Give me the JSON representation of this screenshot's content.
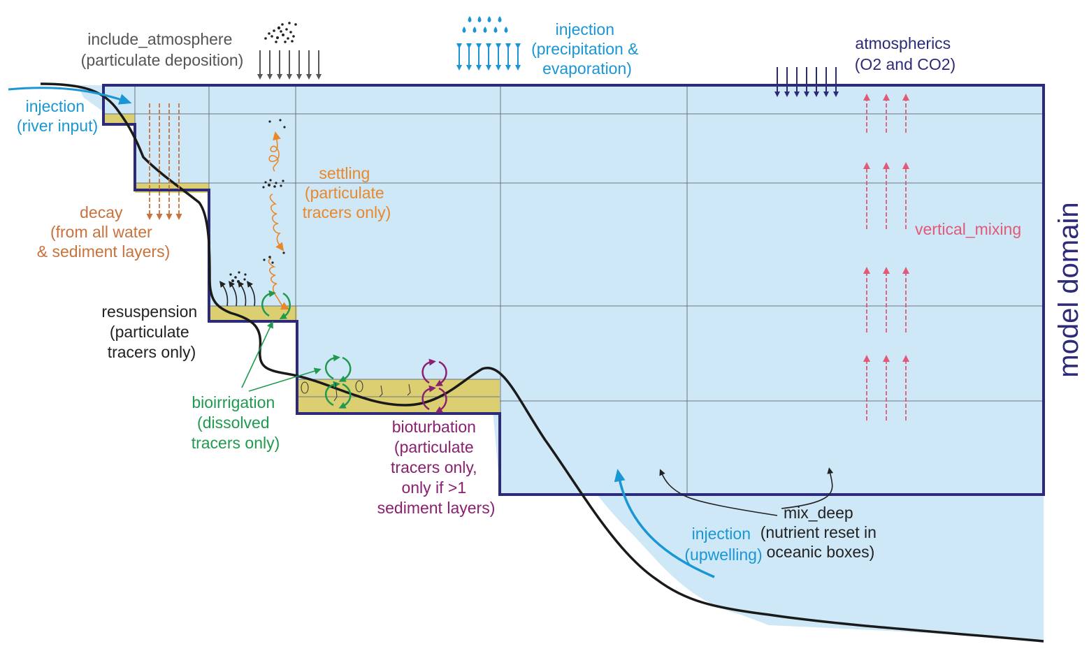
{
  "colors": {
    "water": "#cfe8f7",
    "domain_border": "#2e2a7a",
    "sediment": "#dccf72",
    "grid": "#6b7680",
    "seafloor": "#1a1a1a",
    "injection": "#1a96d4",
    "atmosphere": "#555555",
    "atmospherics": "#2e2a7a",
    "decay": "#c8723d",
    "settling": "#e8882a",
    "resuspension": "#222222",
    "bioirrigation": "#1f9a4e",
    "bioturbation": "#8a2070",
    "vertical_mixing": "#e05a78",
    "mix_deep": "#222222"
  },
  "labels": {
    "include_atmosphere": [
      "include_atmosphere",
      "(particulate deposition)"
    ],
    "injection_precip": [
      "injection",
      "(precipitation &",
      "evaporation)"
    ],
    "atmospherics": [
      "atmospherics",
      "(O2 and CO2)"
    ],
    "injection_river": [
      "injection",
      "(river input)"
    ],
    "decay": [
      "decay",
      "(from all water",
      "& sediment layers)"
    ],
    "settling": [
      "settling",
      "(particulate",
      "tracers only)"
    ],
    "resuspension": [
      "resuspension",
      "(particulate",
      "tracers only)"
    ],
    "bioirrigation": [
      "bioirrigation",
      "(dissolved",
      "tracers only)"
    ],
    "bioturbation": [
      "bioturbation",
      "(particulate",
      "tracers only,",
      "only if >1",
      "sediment layers)"
    ],
    "vertical_mixing": [
      "vertical_mixing"
    ],
    "injection_upwelling": [
      "injection",
      "(upwelling)"
    ],
    "mix_deep": [
      "mix_deep",
      "(nutrient reset in",
      "oceanic boxes)"
    ],
    "model_domain": "model domain"
  },
  "icons": {
    "precipitation": "water-drops-icon",
    "deposition": "particle-dots-icon",
    "particles": "particle-dots-icon"
  }
}
